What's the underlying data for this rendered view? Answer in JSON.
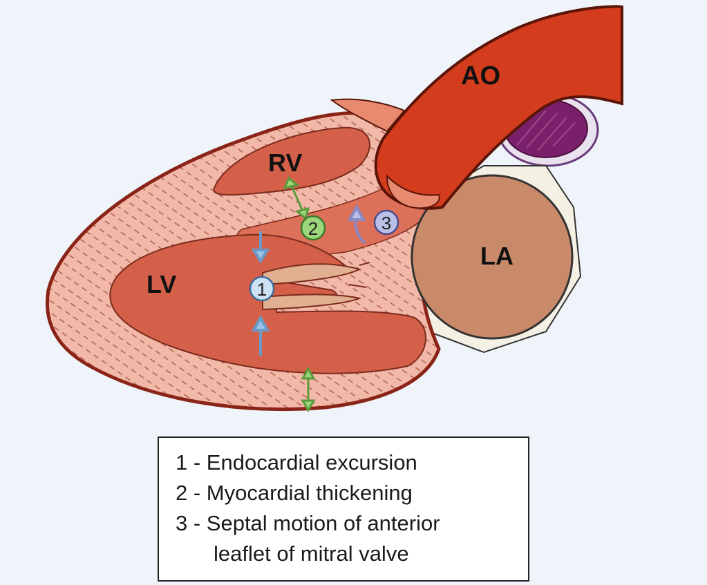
{
  "labels": {
    "ao": "AO",
    "rv": "RV",
    "lv": "LV",
    "la": "LA"
  },
  "markers": [
    "1",
    "2",
    "3"
  ],
  "legend": {
    "items": [
      "1 - Endocardial excursion",
      "2 - Myocardial thickening",
      "3 - Septal motion of anterior",
      "leaflet of mitral valve"
    ]
  },
  "colors": {
    "background": "#eef4f9",
    "myocardium": "#f2b8a8",
    "cavity": "#d4604a",
    "outline": "#8a2418",
    "aorta": "#d33c1c",
    "left_atrium": "#c98a6a",
    "vessel": "#7a1f6a",
    "marker_1": "#cde3f5",
    "marker_2": "#9bd67a",
    "marker_3": "#b9bfe6"
  }
}
